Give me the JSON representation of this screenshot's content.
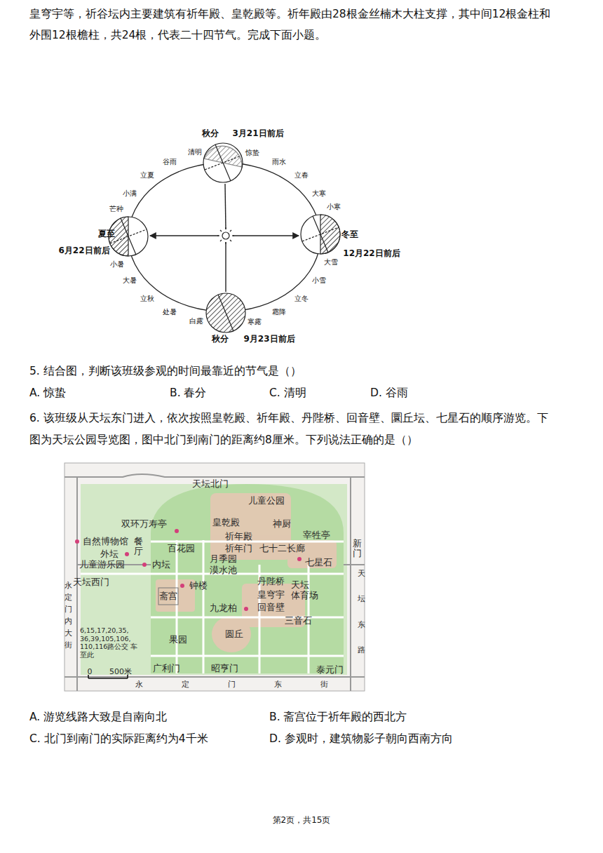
{
  "diagram": {
    "labels": [
      "皇穹宇等，祈谷坛内主要建筑有祈年殿、皇乾殿等。祈年殿由28根金丝楠木大柱支撑，其中间12根金柱和外围12根檐柱，共24根，代表二十四节气。完成下面小题。",
      "秋分",
      "3月21日前后",
      "夏至",
      "6月22日前后",
      "冬至",
      "12月22日前后",
      "秋分",
      "9月23日前后",
      "小寒",
      "大寒",
      "立春",
      "雨水",
      "惊蛰",
      "清明",
      "谷雨",
      "立夏",
      "小满",
      "芒种",
      "小暑",
      "大暑",
      "立秋",
      "处暑",
      "白露",
      "寒露",
      "霜降",
      "立冬",
      "小雪",
      "大雪",
      "5. 结合图，判断该班级参观的时间最靠近的节气是（）",
      "A. 惊蛰",
      "B. 春分",
      "C. 清明",
      "D. 谷雨",
      "6. 该班级从天坛东门进入，依次按照皇乾殿、祈年殿、丹陛桥、回音壁、圜丘坛、七星石的顺序游览。下图为天坛公园导览图，图中北门到南门的距离约8厘米。下列说法正确的是（）",
      "天坛北门",
      "儿童公园",
      "双环万寿亭",
      "皇乾殿",
      "神厨",
      "祈年殿",
      "宰牲亭",
      "祈年门",
      "七十二长廊",
      "自然博物馆",
      "外坛",
      "餐厅",
      "百花园",
      "月季园",
      "漠水池",
      "七星石",
      "儿童游乐园",
      "内坛",
      "新门",
      "天坛西门",
      "丹陛桥",
      "天坛 体育场",
      "钟楼",
      "斋宫",
      "皇穹宇",
      "九龙柏",
      "回音壁",
      "三音石",
      "永定门内大街",
      "果园",
      "圆丘",
      "6,15,17,20,35, 36,39,105,106, 110,116路公交 车至此",
      "0",
      "500米",
      "广利门",
      "昭亨门",
      "泰元门",
      "永定门东街",
      "天坛东路",
      "A. 游览线路大致是自南向北",
      "B. 斋宫位于祈年殿的西北方",
      "C. 北门到南门的实际距离约为4千米",
      "D. 参观时，建筑物影子朝向西南方向",
      "第2页，共15页"
    ]
  }
}
